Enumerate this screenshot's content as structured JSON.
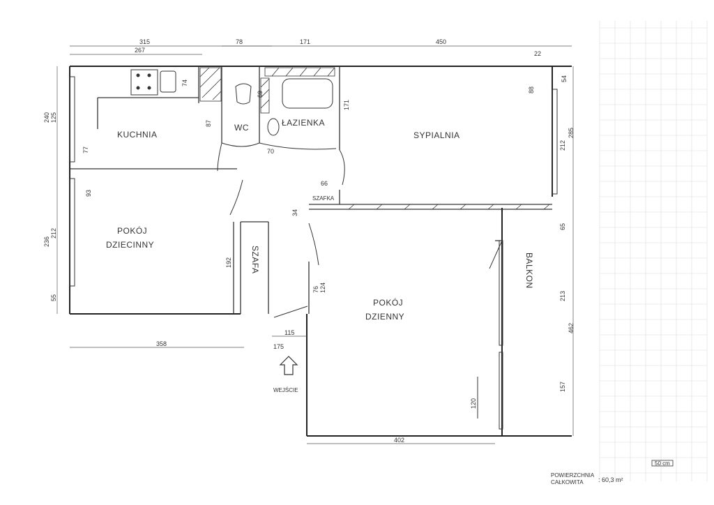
{
  "rooms": {
    "kitchen": "KUCHNIA",
    "wc": "WC",
    "bathroom": "ŁAZIENKA",
    "bedroom": "SYPIALNIA",
    "kids_room_line1": "POKÓJ",
    "kids_room_line2": "DZIECINNY",
    "living_room_line1": "POKÓJ",
    "living_room_line2": "DZIENNY",
    "wardrobe": "SZAFA",
    "balcony": "BALKON",
    "cupboard": "SZAFKA"
  },
  "entrance": "WEJŚCIE",
  "dimensions": {
    "top_315": "315",
    "top_267": "267",
    "top_78": "78",
    "top_171": "171",
    "top_450": "450",
    "top_22": "22",
    "left_240": "240",
    "left_125": "125",
    "left_236": "236",
    "left_212": "212",
    "left_55": "55",
    "k_74": "74",
    "k_87": "87",
    "k_77": "77",
    "k_93": "93",
    "b_69": "69",
    "b_171": "171",
    "wc_70": "70",
    "s_88": "88",
    "s_54": "54",
    "s_212": "212",
    "s_285": "285",
    "sz_66": "66",
    "c_34": "34",
    "w_192": "192",
    "e_76": "76",
    "e_124": "124",
    "r_65": "65",
    "r_213": "213",
    "r_462": "462",
    "r_157": "157",
    "r_120": "120",
    "bot_358": "358",
    "bot_115": "115",
    "bot_175": "175",
    "bot_402": "402"
  },
  "scale": "50 cm",
  "area_label_line1": "POWIERZCHNIA",
  "area_label_line2": "CAŁKOWITA",
  "area_value": ": 60,3 m²"
}
